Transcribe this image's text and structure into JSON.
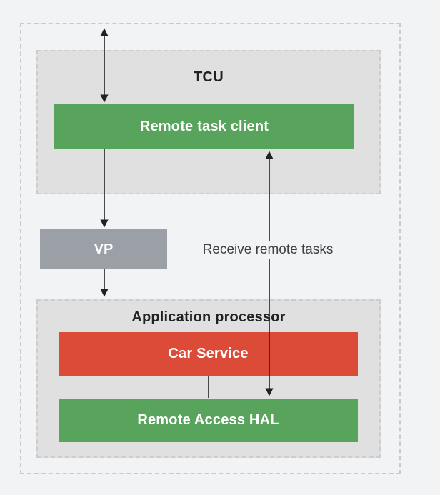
{
  "diagram": {
    "tcu": {
      "title": "TCU",
      "remote_task_client_label": "Remote task client"
    },
    "vp_label": "VP",
    "application_processor": {
      "title": "Application processor",
      "car_service_label": "Car Service",
      "remote_access_hal_label": "Remote Access HAL"
    },
    "arrow_label": "Receive remote tasks",
    "colors": {
      "green": "#58A45C",
      "red": "#DB4B38",
      "vp_gray": "#9AA0A6",
      "container_fill": "#E0E0E0",
      "dashed_border": "#C9CACB",
      "arrow": "#212121",
      "title_text": "#202124",
      "page_background": "#F1F3F4"
    }
  }
}
